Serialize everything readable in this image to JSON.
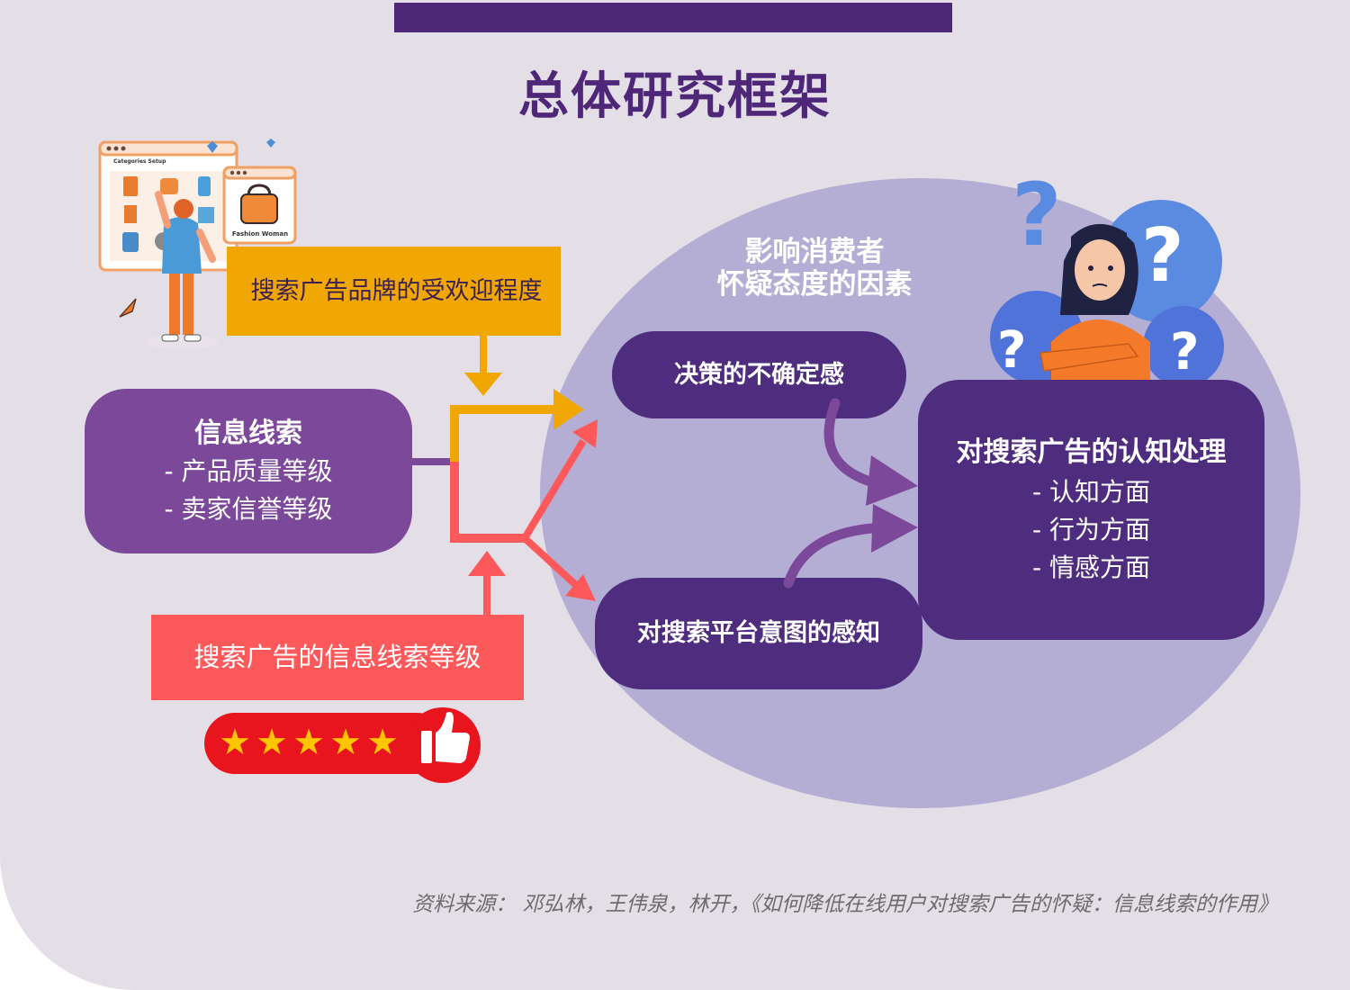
{
  "title": "总体研究框架",
  "inputs": {
    "brand_popularity": "搜索广告品牌的受欢迎程度",
    "info_cue_level": "搜索广告的信息线索等级"
  },
  "info_cues": {
    "title": "信息线索",
    "items": [
      "- 产品质量等级",
      "- 卖家信誉等级"
    ]
  },
  "factors": {
    "heading_line1": "影响消费者",
    "heading_line2": "怀疑态度的因素",
    "decision_uncertainty": "决策的不确定感",
    "platform_intent": "对搜索平台意图的感知"
  },
  "cognitive": {
    "title": "对搜索广告的认知处理",
    "items": [
      "- 认知方面",
      "- 行为方面",
      "- 情感方面"
    ]
  },
  "illustration": {
    "window_title": "Categories Setup",
    "bag_label": "Fashion Woman"
  },
  "rating": {
    "stars": 5
  },
  "source": "资料来源：  邓弘林，王伟泉，林开，《如何降低在线用户对搜索广告的怀疑：信息线索的作用》",
  "colors": {
    "purple_dark": "#4f2d7e",
    "purple_mid": "#7b489a",
    "lavender": "#b4aed4",
    "gold": "#f0a702",
    "coral": "#fd585a",
    "red": "#e8141e"
  }
}
